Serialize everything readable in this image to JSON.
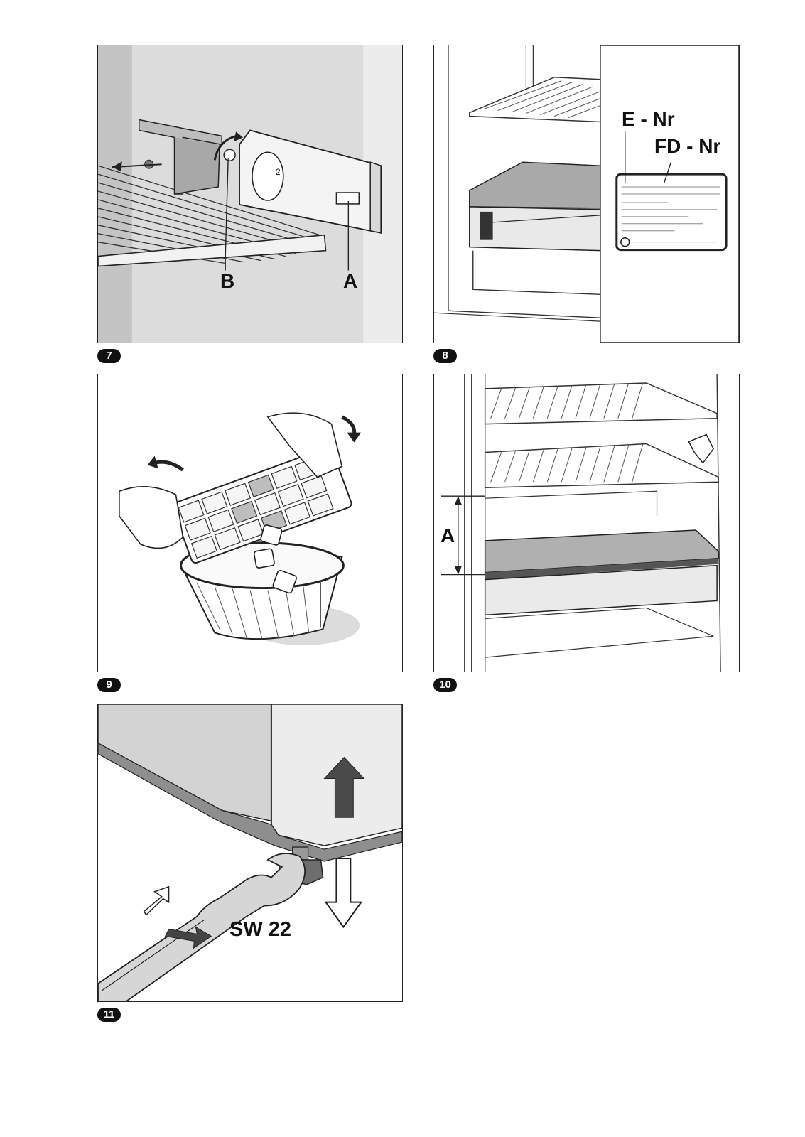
{
  "figures": [
    {
      "number": "7",
      "labels": {
        "b": "B",
        "a": "A",
        "dial": "2"
      }
    },
    {
      "number": "8",
      "labels": {
        "e_nr": "E - Nr",
        "fd_nr": "FD - Nr"
      }
    },
    {
      "number": "9",
      "labels": {}
    },
    {
      "number": "10",
      "labels": {
        "a": "A"
      }
    },
    {
      "number": "11",
      "labels": {
        "wrench_size": "SW 22"
      }
    }
  ]
}
